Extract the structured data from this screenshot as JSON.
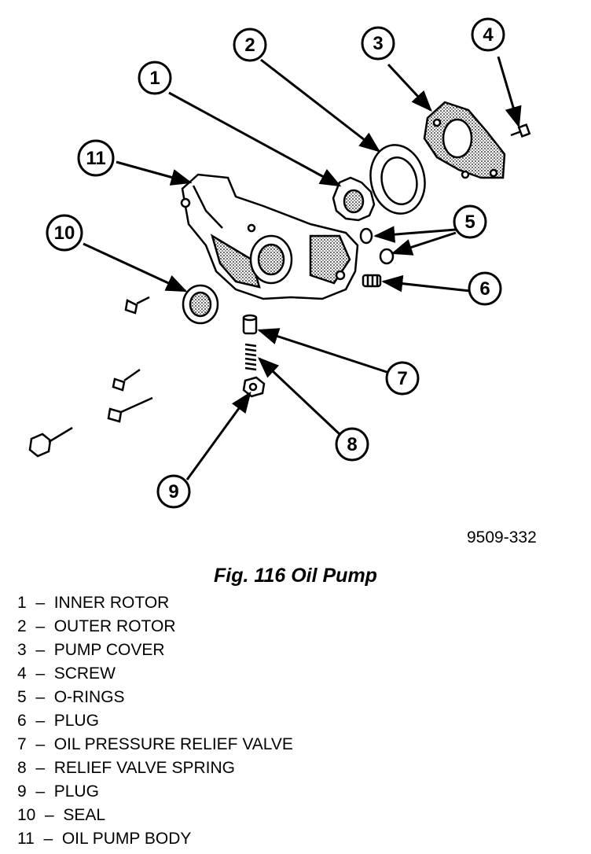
{
  "diagram": {
    "callouts": [
      "1",
      "2",
      "3",
      "4",
      "5",
      "6",
      "7",
      "8",
      "9",
      "10",
      "11"
    ]
  },
  "drawing_number": "9509-332",
  "caption": "Fig. 116 Oil Pump",
  "legend": [
    {
      "num": "1",
      "sep": "–",
      "text": "INNER ROTOR"
    },
    {
      "num": "2",
      "sep": "–",
      "text": "OUTER ROTOR"
    },
    {
      "num": "3",
      "sep": "–",
      "text": "PUMP COVER"
    },
    {
      "num": "4",
      "sep": "–",
      "text": "SCREW"
    },
    {
      "num": "5",
      "sep": "–",
      "text": "O-RINGS"
    },
    {
      "num": "6",
      "sep": "–",
      "text": "PLUG"
    },
    {
      "num": "7",
      "sep": "–",
      "text": "OIL PRESSURE RELIEF VALVE"
    },
    {
      "num": "8",
      "sep": "–",
      "text": "RELIEF VALVE SPRING"
    },
    {
      "num": "9",
      "sep": "–",
      "text": "PLUG"
    },
    {
      "num": "10",
      "sep": "–",
      "text": "SEAL"
    },
    {
      "num": "11",
      "sep": "–",
      "text": "OIL PUMP BODY"
    }
  ]
}
